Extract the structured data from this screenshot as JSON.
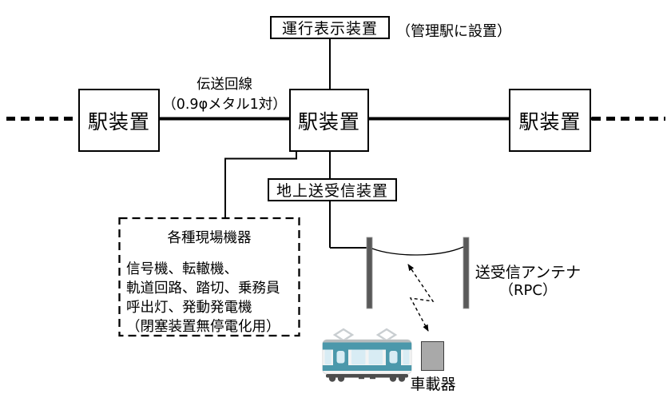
{
  "nodes": {
    "operation_display": {
      "label": "運行表示装置",
      "note": "（管理駅に設置）"
    },
    "stations": [
      {
        "label": "駅装置"
      },
      {
        "label": "駅装置"
      },
      {
        "label": "駅装置"
      }
    ],
    "transmission_line": {
      "name": "伝送回線",
      "spec": "（0.9φメタル1対）"
    },
    "ground_transceiver": {
      "label": "地上送受信装置"
    },
    "field_equipment": {
      "title": "各種現場機器",
      "items_line1": "信号機、転轍機、",
      "items_line2": "軌道回路、踏切、乗務員",
      "items_line3": "呼出灯、発動発電機",
      "items_line4": "（閉塞装置無停電化用）"
    },
    "antenna": {
      "label": "送受信アンテナ",
      "sub": "（RPC）"
    },
    "onboard_unit": {
      "label": "車載器"
    }
  },
  "colors": {
    "line": "#000000",
    "train_teal": "#4b98ab",
    "train_window": "#d8ecf4",
    "train_body": "#f2f3f3",
    "train_under": "#4c4c4c",
    "pantograph_gray": "#c9ced1",
    "roof_gray": "#b6bcbe",
    "post_gray": "#595959",
    "onboard_gray": "#a9a9a9"
  }
}
